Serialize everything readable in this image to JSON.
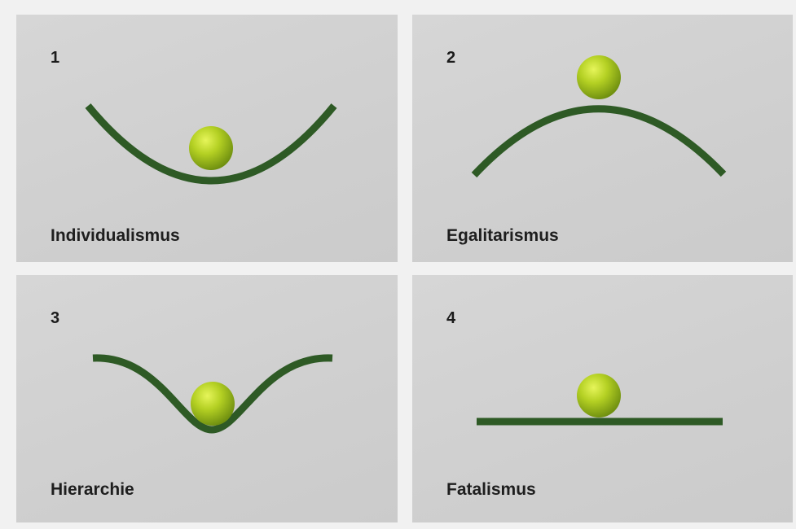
{
  "panels": [
    {
      "number": "1",
      "label": "Individualismus",
      "shape": "bowl"
    },
    {
      "number": "2",
      "label": "Egalitarismus",
      "shape": "hill"
    },
    {
      "number": "3",
      "label": "Hierarchie",
      "shape": "valley-with-plateaus"
    },
    {
      "number": "4",
      "label": "Fatalismus",
      "shape": "flat"
    }
  ],
  "colors": {
    "panel": "#d2d2d2",
    "curve": "#2e5a25",
    "ball_light": "#d8ee3c",
    "ball_dark": "#7a9a12",
    "text": "#1e1e1e"
  }
}
